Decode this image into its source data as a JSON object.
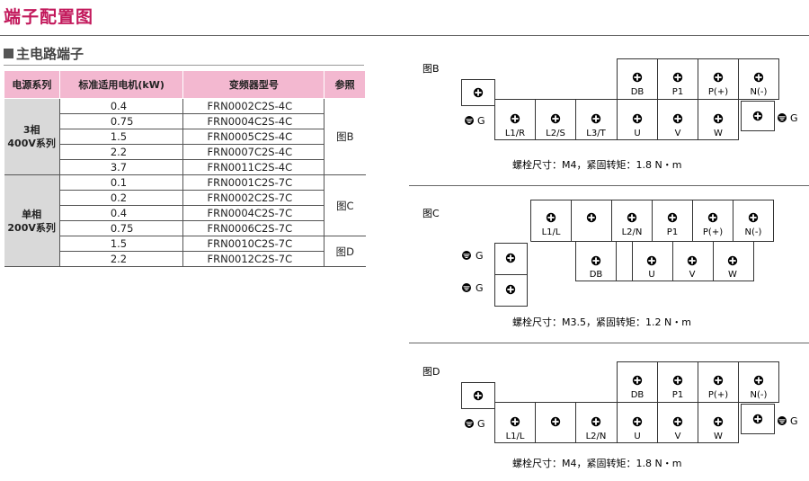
{
  "page_title": "端子配置图",
  "section_title": "主电路端子",
  "table": {
    "headers": [
      "电源系列",
      "标准适用电机(kW)",
      "变频器型号",
      "参照"
    ],
    "groups": [
      {
        "series_line1": "3相",
        "series_line2": "400V系列",
        "rows": [
          {
            "power": "0.4",
            "model": "FRN0002C2S-4C"
          },
          {
            "power": "0.75",
            "model": "FRN0004C2S-4C"
          },
          {
            "power": "1.5",
            "model": "FRN0005C2S-4C"
          },
          {
            "power": "2.2",
            "model": "FRN0007C2S-4C"
          },
          {
            "power": "3.7",
            "model": "FRN0011C2S-4C"
          }
        ]
      },
      {
        "series_line1": "单相",
        "series_line2": "200V系列",
        "rows": [
          {
            "power": "0.1",
            "model": "FRN0001C2S-7C"
          },
          {
            "power": "0.2",
            "model": "FRN0002C2S-7C"
          },
          {
            "power": "0.4",
            "model": "FRN0004C2S-7C"
          },
          {
            "power": "0.75",
            "model": "FRN0006C2S-7C"
          },
          {
            "power": "1.5",
            "model": "FRN0010C2S-7C"
          },
          {
            "power": "2.2",
            "model": "FRN0012C2S-7C"
          }
        ]
      }
    ],
    "refs": [
      "图B",
      "图C",
      "图D"
    ]
  },
  "diagrams": [
    {
      "label": "图B",
      "top_row": [
        "DB",
        "P1",
        "P(+)",
        "N(-)"
      ],
      "bottom_row": [
        "L1/R",
        "L2/S",
        "L3/T",
        "U",
        "V",
        "W"
      ],
      "ground": "G",
      "caption": "螺栓尺寸：M4，紧固转矩：1.8 N・m"
    },
    {
      "label": "图C",
      "top_row": [
        "L1/L",
        "",
        "L2/N",
        "P1",
        "P(+)",
        "N(-)"
      ],
      "mid_row": [
        "DB",
        "U",
        "V",
        "W"
      ],
      "ground": "G",
      "caption": "螺栓尺寸：M3.5，紧固转矩：1.2 N・m"
    },
    {
      "label": "图D",
      "top_row": [
        "DB",
        "P1",
        "P(+)",
        "N(-)"
      ],
      "bottom_row": [
        "L1/L",
        "",
        "L2/N",
        "U",
        "V",
        "W"
      ],
      "ground": "G",
      "caption": "螺栓尺寸：M4，紧固转矩：1.8 N・m"
    }
  ]
}
